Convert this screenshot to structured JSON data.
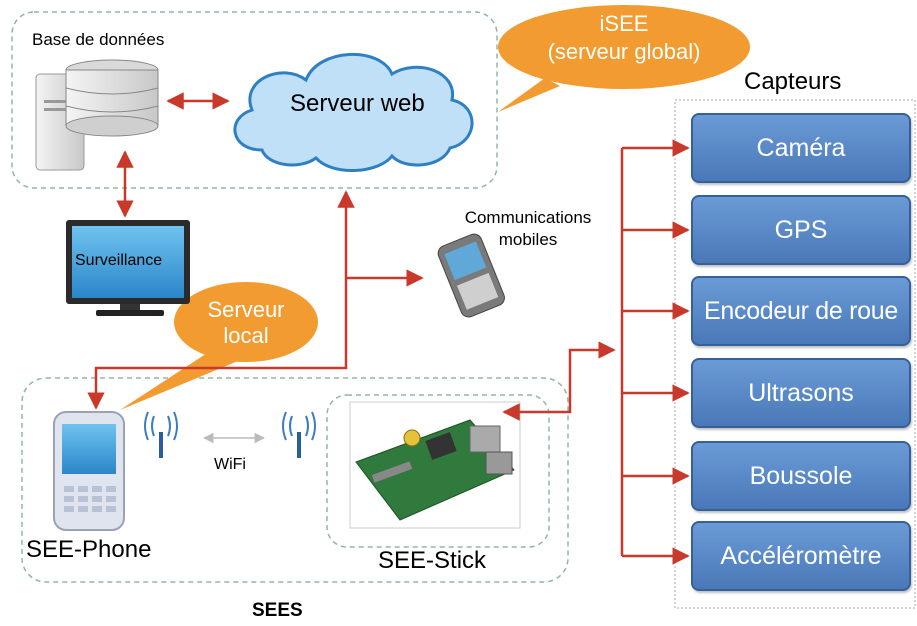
{
  "top_group": {
    "database_label": "Base de données",
    "web_server_label": "Serveur web",
    "callout": "iSEE\n(serveur global)"
  },
  "monitor_label": "Surveillance",
  "mobile_comm_label": "Communications\nmobiles",
  "local_callout": "Serveur\nlocal",
  "sees_group": {
    "phone_label": "SEE-Phone",
    "wifi_label": "WiFi",
    "stick_label": "SEE-Stick",
    "group_label": "SEES"
  },
  "sensors": {
    "title": "Capteurs",
    "items": [
      "Caméra",
      "GPS",
      "Encodeur de roue",
      "Ultrasons",
      "Boussole",
      "Accéléromètre"
    ]
  },
  "colors": {
    "arrow": "#c8392b",
    "callout": "#f29b30",
    "sensor_box": "#4a78b8",
    "cloud": "#bfe0f7",
    "dashed_border": "#8fb8a0"
  },
  "icons": [
    "database-server-icon",
    "cloud-icon",
    "monitor-icon",
    "smartphone-icon",
    "wifi-antenna-icon",
    "raspberry-pi-board-icon"
  ]
}
